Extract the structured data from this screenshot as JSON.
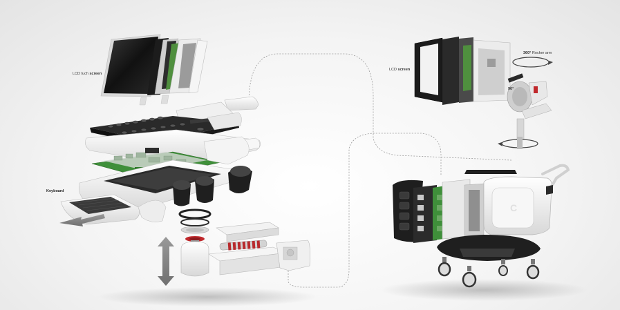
{
  "labels": {
    "lcd_left_prefix": "LCD tuch ",
    "lcd_left_bold": "screen",
    "keyboard": "Keyboard",
    "lcd_right_prefix": "LCD ",
    "lcd_right_bold": "screen",
    "rocker_deg": "360°",
    "rocker_text": " Rocker arm",
    "angle_small": "90°"
  },
  "colors": {
    "pcb_green": "#3f8f3a",
    "body_white": "#f3f3f3",
    "dark": "#222222",
    "accent_red": "#c0282c",
    "arrow_gray": "#8a8a8a"
  }
}
